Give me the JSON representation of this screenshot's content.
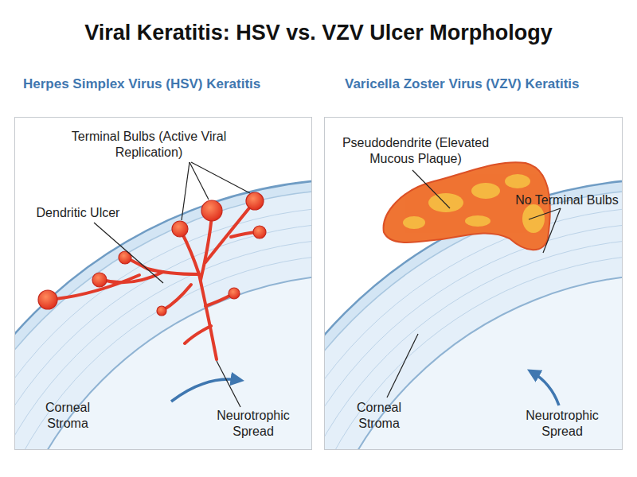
{
  "diagram": {
    "title": "Viral Keratitis: HSV vs. VZV Ulcer Morphology",
    "nodes": [
      {
        "text": [
          "Herpes Simplex Virus (HSV) Keratitis"
        ]
      },
      {
        "text": [
          "Varicella Zoster Virus (VZV) Keratitis"
        ]
      }
    ],
    "labels": [
      "Terminal Bulbs (Active Viral Replication)",
      "Dendritic Ulcer",
      "Corneal Stroma",
      "Neurotrophic Spread",
      "Pseudodendrite (Elevated Mucous Plaque)",
      "No Terminal Bulbs",
      "Corneal Stroma",
      "Neurotrophic Spread"
    ]
  }
}
